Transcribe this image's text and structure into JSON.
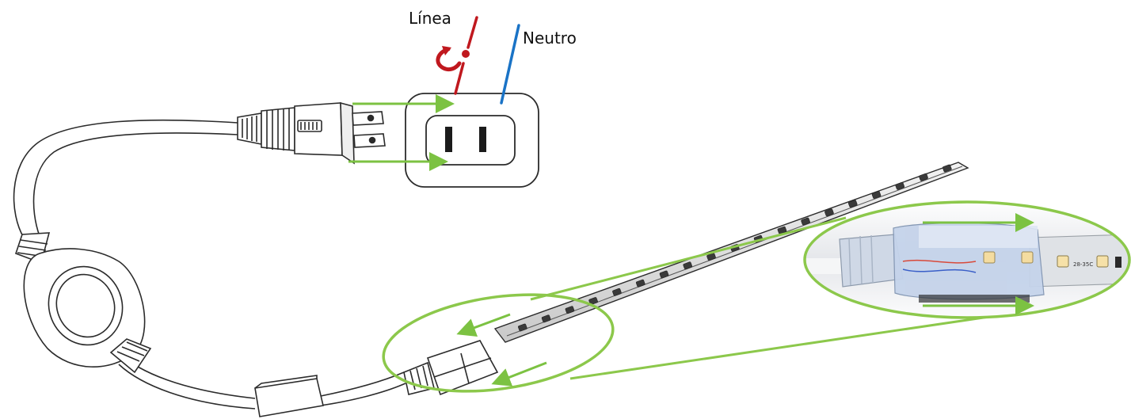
{
  "labels": {
    "line": "Línea",
    "neutral": "Neutro"
  },
  "strip_print": "28-35C",
  "colors": {
    "line_wire": "#c0181e",
    "neutral_wire": "#1a73c6",
    "flow_arrow": "#7cc242",
    "callout": "#8cc84b",
    "outline": "#2b2b2b"
  }
}
